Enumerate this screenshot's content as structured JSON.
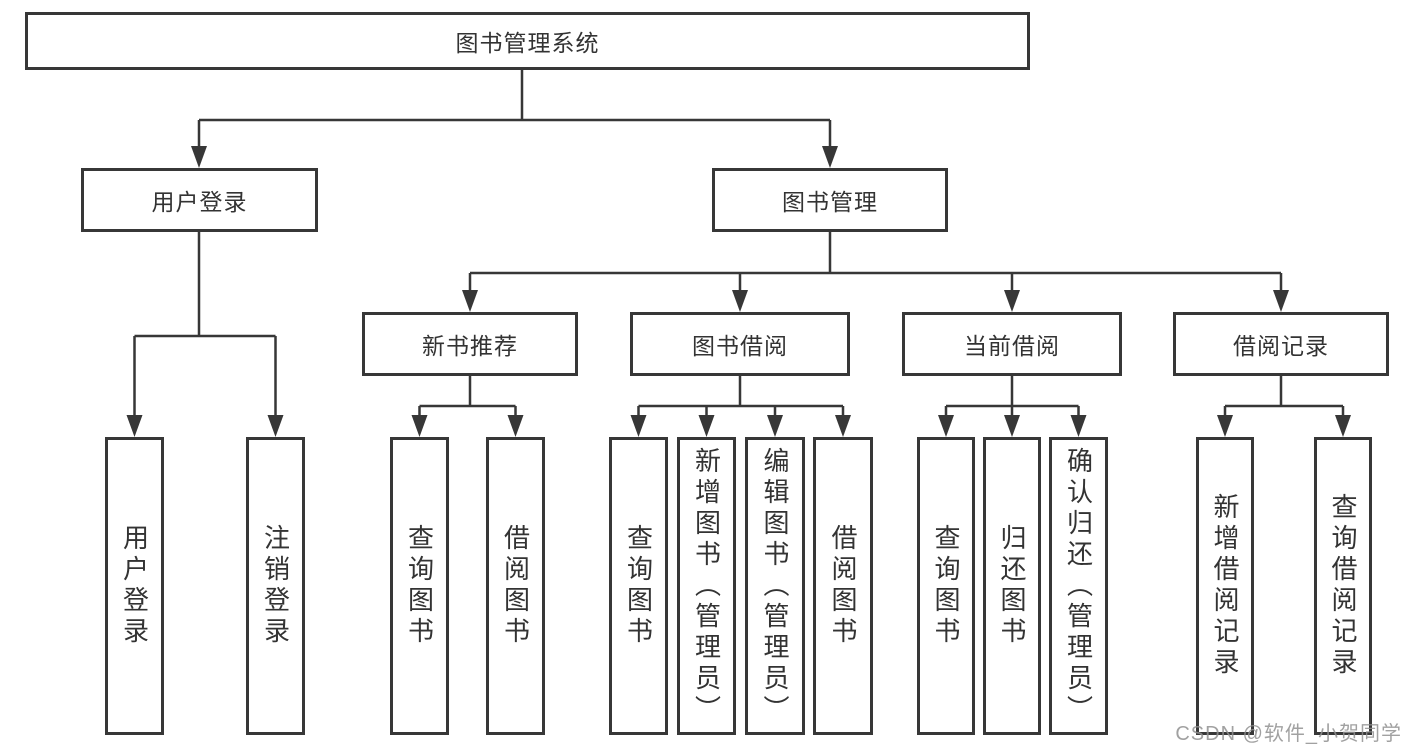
{
  "diagram": {
    "type": "hierarchy-tree",
    "language": "zh-CN"
  },
  "tree": {
    "label": "图书管理系统",
    "children": [
      {
        "label": "用户登录",
        "children": [
          {
            "label": "用户登录"
          },
          {
            "label": "注销登录"
          }
        ]
      },
      {
        "label": "图书管理",
        "children": [
          {
            "label": "新书推荐",
            "children": [
              {
                "label": "查询图书"
              },
              {
                "label": "借阅图书"
              }
            ]
          },
          {
            "label": "图书借阅",
            "children": [
              {
                "label": "查询图书"
              },
              {
                "label": "新增图书（管理员）"
              },
              {
                "label": "编辑图书（管理员）"
              },
              {
                "label": "借阅图书"
              }
            ]
          },
          {
            "label": "当前借阅",
            "children": [
              {
                "label": "查询图书"
              },
              {
                "label": "归还图书"
              },
              {
                "label": "确认归还（管理员）"
              }
            ]
          },
          {
            "label": "借阅记录",
            "children": [
              {
                "label": "新增借阅记录"
              },
              {
                "label": "查询借阅记录"
              }
            ]
          }
        ]
      }
    ]
  },
  "watermark": {
    "text": "CSDN @软件_小贺同学"
  },
  "colors": {
    "line": "#373737",
    "text": "#333333",
    "background": "#ffffff",
    "watermark": "#919191"
  }
}
